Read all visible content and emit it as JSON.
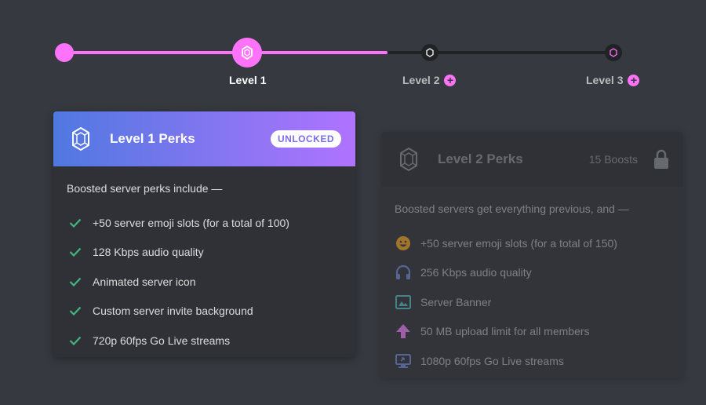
{
  "progress": {
    "levels": [
      {
        "label": "Level 1",
        "state": "current"
      },
      {
        "label": "Level 2",
        "state": "locked"
      },
      {
        "label": "Level 3",
        "state": "locked"
      }
    ],
    "plus_icon": "+"
  },
  "colors": {
    "accent": "#ff73fa",
    "background": "#36393f",
    "card": "#2f3136",
    "check": "#43b581"
  },
  "card1": {
    "title": "Level 1 Perks",
    "badge": "UNLOCKED",
    "icon": "gem-icon",
    "intro": "Boosted server perks include —",
    "perks": [
      {
        "text": "+50 server emoji slots (for a total of 100)",
        "icon": "check-icon"
      },
      {
        "text": "128 Kbps audio quality",
        "icon": "check-icon"
      },
      {
        "text": "Animated server icon",
        "icon": "check-icon"
      },
      {
        "text": "Custom server invite background",
        "icon": "check-icon"
      },
      {
        "text": "720p 60fps Go Live streams",
        "icon": "check-icon"
      }
    ]
  },
  "card2": {
    "title": "Level 2 Perks",
    "boosts": "15 Boosts",
    "icon": "gem-icon",
    "lock_icon": "lock-icon",
    "intro": "Boosted servers get everything previous, and —",
    "perks": [
      {
        "text": "+50 server emoji slots (for a total of 150)",
        "icon": "emoji-icon"
      },
      {
        "text": "256 Kbps audio quality",
        "icon": "headphones-icon"
      },
      {
        "text": "Server Banner",
        "icon": "image-icon"
      },
      {
        "text": "50 MB upload limit for all members",
        "icon": "upload-arrow-icon"
      },
      {
        "text": "1080p 60fps Go Live streams",
        "icon": "screen-share-icon"
      }
    ]
  }
}
